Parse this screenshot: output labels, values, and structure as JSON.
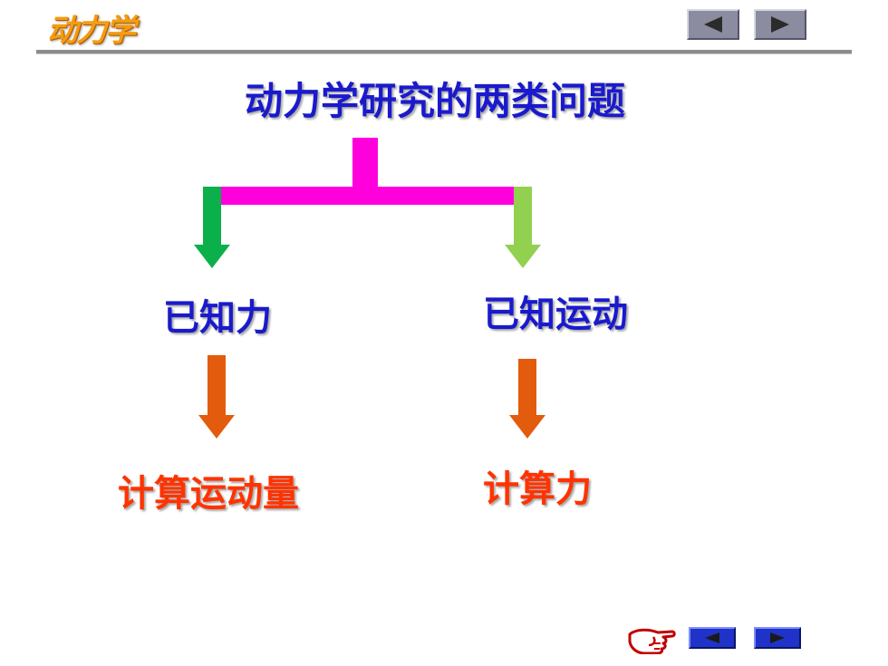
{
  "header": {
    "logo_text": "动力学"
  },
  "title": "动力学研究的两类问题",
  "branches": [
    {
      "known": "已知力",
      "result": "计算运动量"
    },
    {
      "known": "已知运动",
      "result": "计算力"
    }
  ],
  "colors": {
    "title": "#1a1acc",
    "connector": "#ff00dd",
    "left_arrow": "#0cb04a",
    "right_arrow": "#92d050",
    "result_arrow": "#e35b0d",
    "result_text": "#ff3300"
  },
  "icons": {
    "nav_top": [
      "prev-icon",
      "next-icon"
    ],
    "nav_bottom": [
      "hand-pointer-icon",
      "prev-icon",
      "next-icon"
    ]
  }
}
